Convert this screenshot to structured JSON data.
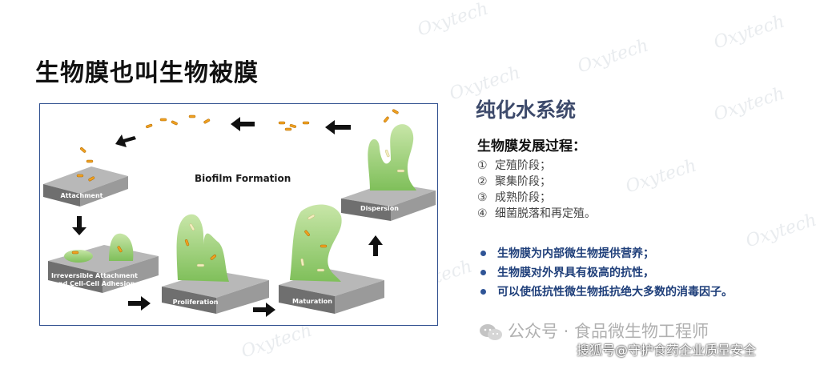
{
  "page_title": "生物膜也叫生物被膜",
  "figure": {
    "title": "Biofilm Formation",
    "stages": [
      {
        "label": "Attachment"
      },
      {
        "label": "Irreversible Attachment and Cell-Cell Adhesion"
      },
      {
        "label": "Proliferation"
      },
      {
        "label": "Maturation"
      },
      {
        "label": "Dispersion"
      }
    ]
  },
  "right_panel": {
    "system_title": "纯化水系统",
    "process_heading": "生物膜发展过程：",
    "steps": [
      {
        "num": "①",
        "text": "定殖阶段；"
      },
      {
        "num": "②",
        "text": "聚集阶段；"
      },
      {
        "num": "③",
        "text": "成熟阶段；"
      },
      {
        "num": "④",
        "text": "细菌脱落和再定殖。"
      }
    ],
    "bullets": [
      "生物膜为内部微生物提供营养；",
      "生物膜对外界具有极高的抗性，",
      "可以使低抗性微生物抵抗绝大多数的消毒因子。"
    ]
  },
  "watermark_text": "Oxytech",
  "wechat_line": "公众号 · 食品微生物工程师",
  "sohu_line": "搜狐号@守护食药企业质量安全",
  "colors": {
    "accent": "#2f5496",
    "biofilm": "#8cc66a",
    "platform": "#7f7f7f"
  }
}
